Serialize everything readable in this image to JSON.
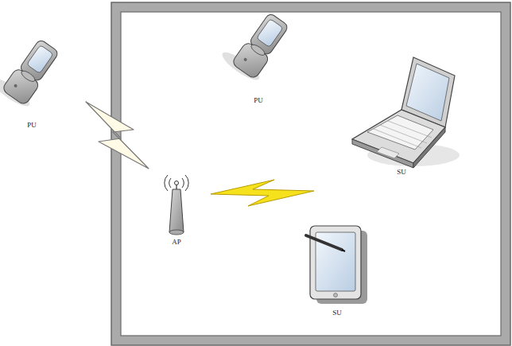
{
  "diagram": {
    "labels": [
      "PU",
      "PU",
      "SU",
      "AP",
      "SU"
    ]
  }
}
